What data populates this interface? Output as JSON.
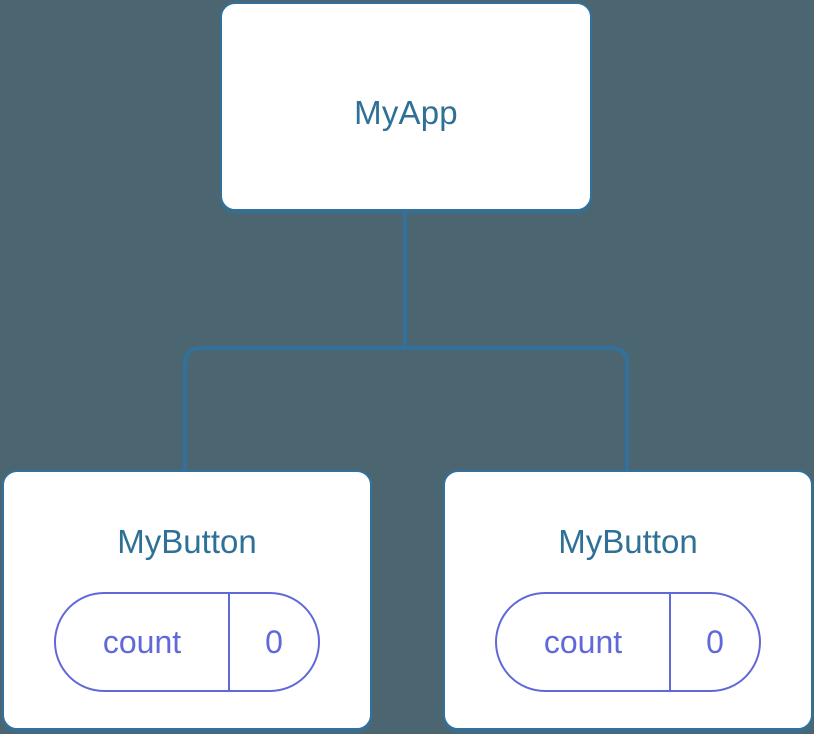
{
  "diagram": {
    "type": "component-tree",
    "background_color": "#4b6671",
    "node_border_color": "#31719b",
    "node_title_color": "#2e7096",
    "state_color": "#6168d8",
    "connector_color": "#31719b"
  },
  "root": {
    "title": "MyApp"
  },
  "children": [
    {
      "title": "MyButton",
      "state": {
        "key": "count",
        "value": "0"
      }
    },
    {
      "title": "MyButton",
      "state": {
        "key": "count",
        "value": "0"
      }
    }
  ]
}
